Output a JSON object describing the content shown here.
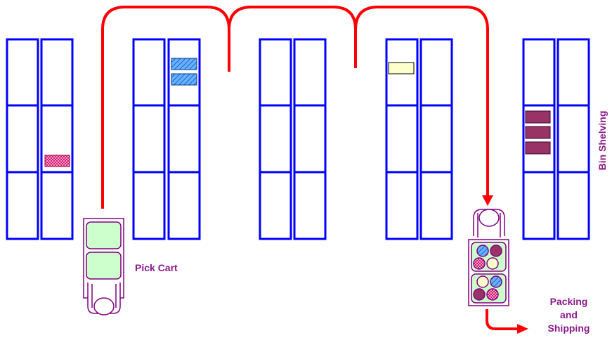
{
  "labels": {
    "pick_cart": "Pick Cart",
    "packing_line1": "Packing",
    "packing_line2": "and",
    "packing_line3": "Shipping",
    "bin_shelving": "Bin Shelving"
  },
  "colors": {
    "shelf_blue": "#0000FF",
    "path_red": "#FF0000",
    "cart_green": "#CCFFCC",
    "person_purple": "#800080",
    "label_purple": "#8B1A89",
    "item_pink": "#FF66AA",
    "item_blue": "#3399FF",
    "item_cream": "#FFFFCC",
    "item_maroon": "#993366"
  }
}
